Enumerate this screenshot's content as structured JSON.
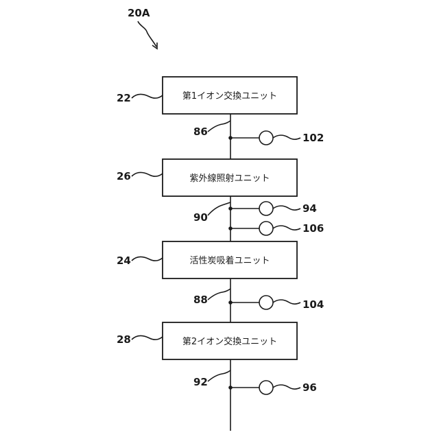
{
  "figure": {
    "id_label": "20A"
  },
  "units": [
    {
      "ref": "22",
      "label": "第1イオン交換ユニット"
    },
    {
      "ref": "26",
      "label": "紫外線照射ユニット"
    },
    {
      "ref": "24",
      "label": "活性炭吸着ユニット"
    },
    {
      "ref": "28",
      "label": "第2イオン交換ユニット"
    }
  ],
  "pipes": [
    {
      "ref": "86"
    },
    {
      "ref": "90"
    },
    {
      "ref": "88"
    },
    {
      "ref": "92"
    }
  ],
  "sensors": [
    {
      "ref": "102"
    },
    {
      "ref": "94"
    },
    {
      "ref": "106"
    },
    {
      "ref": "104"
    },
    {
      "ref": "96"
    }
  ]
}
